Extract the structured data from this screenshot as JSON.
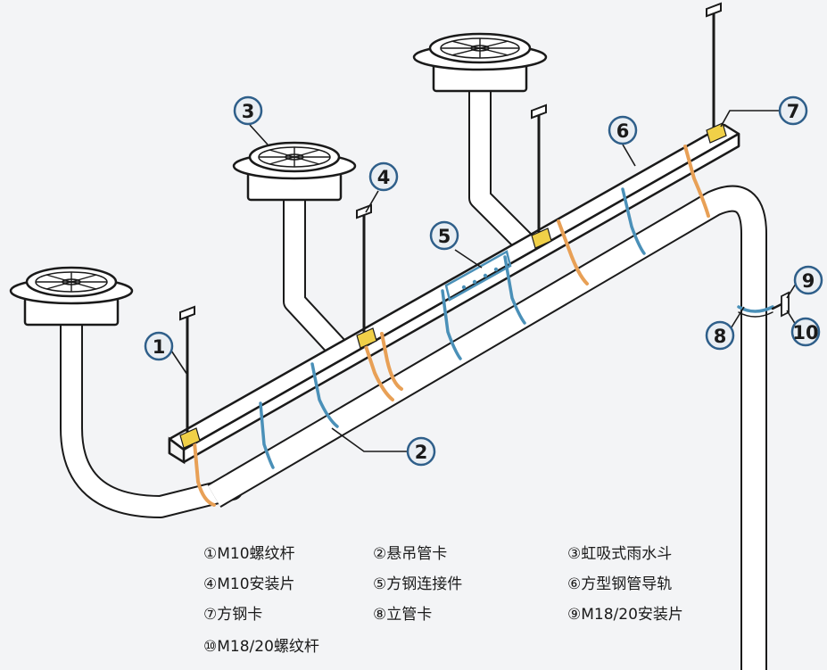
{
  "callouts": [
    {
      "num": "1"
    },
    {
      "num": "2"
    },
    {
      "num": "3"
    },
    {
      "num": "4"
    },
    {
      "num": "5"
    },
    {
      "num": "6"
    },
    {
      "num": "7"
    },
    {
      "num": "8"
    },
    {
      "num": "9"
    },
    {
      "num": "10"
    }
  ],
  "legend": [
    {
      "text": "①M10螺纹杆"
    },
    {
      "text": "②悬吊管卡"
    },
    {
      "text": "③虹吸式雨水斗"
    },
    {
      "text": "④M10安装片"
    },
    {
      "text": "⑤方钢连接件"
    },
    {
      "text": "⑥方型钢管导轨"
    },
    {
      "text": "⑦方钢卡"
    },
    {
      "text": "⑧立管卡"
    },
    {
      "text": "⑨M18/20安装片"
    },
    {
      "text": "⑩M18/20螺纹杆"
    }
  ],
  "colors": {
    "pipe": "#ffffff",
    "line": "#1a1a1a",
    "clamp": "#4a90b8",
    "orange": "#e8a056",
    "yellow": "#f0d048",
    "callout_stroke": "#2f5f8a",
    "callout_fill": "#e9eef3"
  }
}
